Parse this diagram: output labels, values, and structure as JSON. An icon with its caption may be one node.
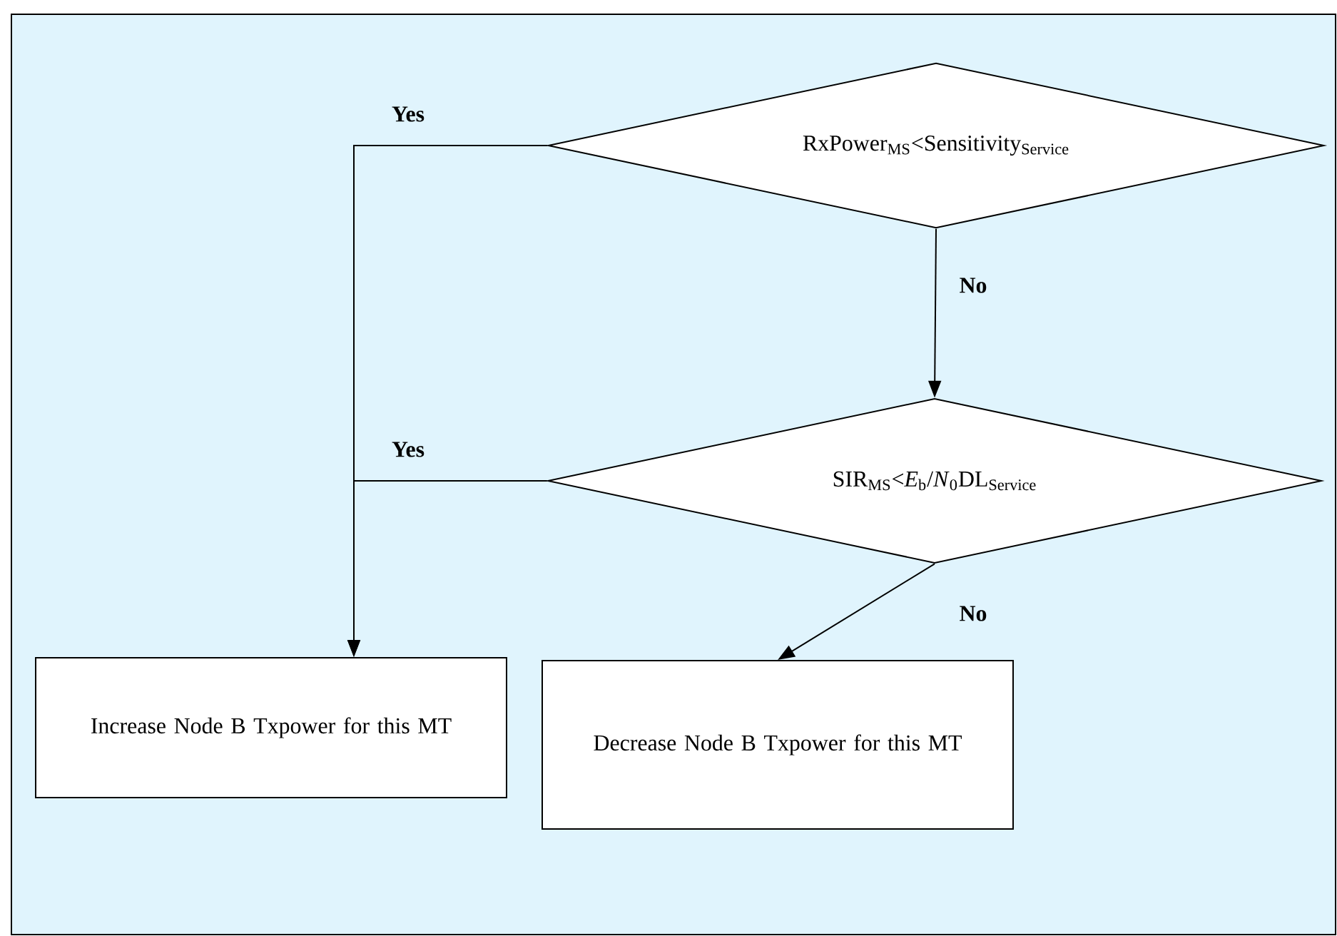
{
  "diagram": {
    "nodes": [
      {
        "text": [
          "RxPower$_{MS}$<Sensitivity$_{Service}$"
        ]
      },
      {
        "text": [
          "SIR$_{MS}$<*E*$_{b}$/*N*$_{0}$DL$_{Service}$"
        ]
      },
      {
        "text": [
          "Increase Node B Txpower for this MT"
        ]
      },
      {
        "text": [
          "Decrease Node B Txpower for this MT"
        ]
      }
    ],
    "edges": [
      {
        "from": 0,
        "to": 2,
        "arrow": "to",
        "label": "Yes"
      },
      {
        "from": 0,
        "to": 1,
        "arrow": "to",
        "label": "No"
      },
      {
        "from": 1,
        "to": 2,
        "arrow": "to",
        "label": "Yes"
      },
      {
        "from": 1,
        "to": 3,
        "arrow": "to",
        "label": "No"
      }
    ]
  }
}
